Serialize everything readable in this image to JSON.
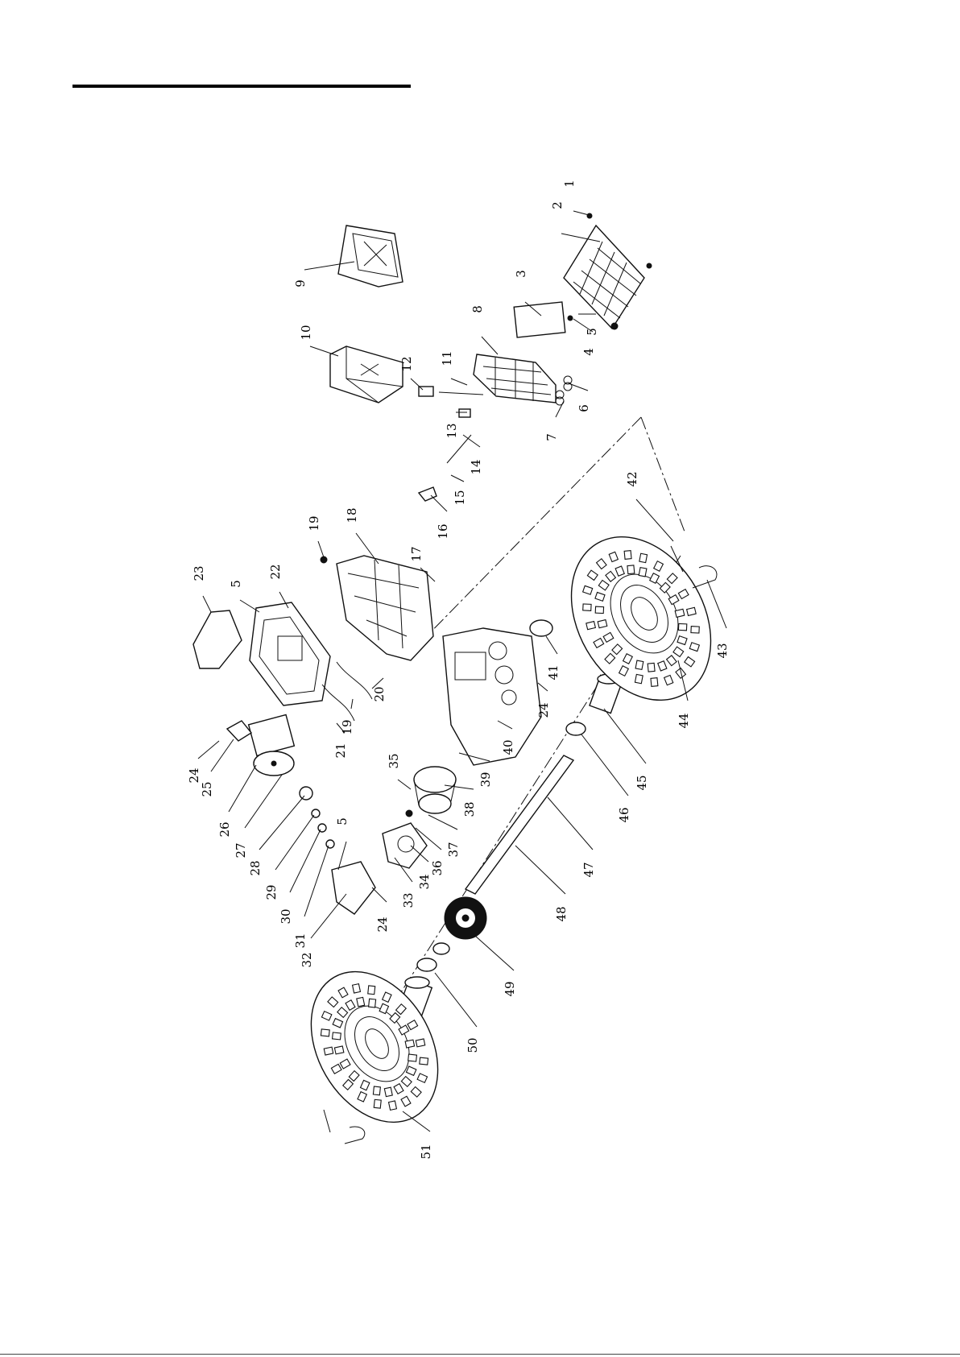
{
  "callouts": [
    {
      "n": "1"
    },
    {
      "n": "2"
    },
    {
      "n": "3"
    },
    {
      "n": "4"
    },
    {
      "n": "5"
    },
    {
      "n": "6"
    },
    {
      "n": "7"
    },
    {
      "n": "8"
    },
    {
      "n": "9"
    },
    {
      "n": "10"
    },
    {
      "n": "11"
    },
    {
      "n": "12"
    },
    {
      "n": "13"
    },
    {
      "n": "14"
    },
    {
      "n": "15"
    },
    {
      "n": "16"
    },
    {
      "n": "17"
    },
    {
      "n": "18"
    },
    {
      "n": "19"
    },
    {
      "n": "19"
    },
    {
      "n": "20"
    },
    {
      "n": "21"
    },
    {
      "n": "22"
    },
    {
      "n": "23"
    },
    {
      "n": "5"
    },
    {
      "n": "24"
    },
    {
      "n": "24"
    },
    {
      "n": "24"
    },
    {
      "n": "25"
    },
    {
      "n": "26"
    },
    {
      "n": "27"
    },
    {
      "n": "28"
    },
    {
      "n": "29"
    },
    {
      "n": "30"
    },
    {
      "n": "31"
    },
    {
      "n": "32"
    },
    {
      "n": "5"
    },
    {
      "n": "33"
    },
    {
      "n": "34"
    },
    {
      "n": "35"
    },
    {
      "n": "36"
    },
    {
      "n": "37"
    },
    {
      "n": "38"
    },
    {
      "n": "39"
    },
    {
      "n": "40"
    },
    {
      "n": "41"
    },
    {
      "n": "42"
    },
    {
      "n": "43"
    },
    {
      "n": "44"
    },
    {
      "n": "45"
    },
    {
      "n": "46"
    },
    {
      "n": "47"
    },
    {
      "n": "48"
    },
    {
      "n": "49"
    },
    {
      "n": "50"
    },
    {
      "n": "51"
    }
  ]
}
